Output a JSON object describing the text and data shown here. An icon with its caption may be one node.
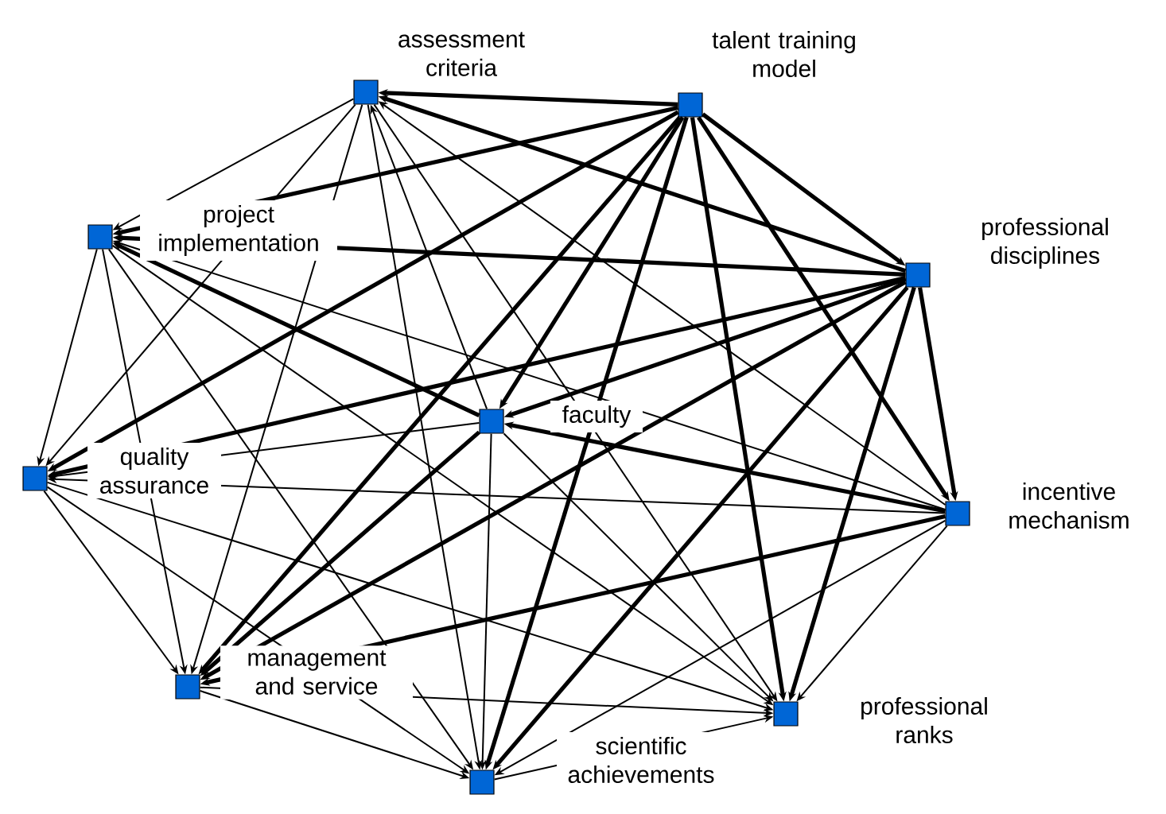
{
  "diagram": {
    "nodes": [
      {
        "text": [],
        "shape": "box",
        "beside": [
          "assessment criteria"
        ]
      },
      {
        "text": [],
        "shape": "box",
        "beside": [
          "talent training model"
        ]
      },
      {
        "text": [],
        "shape": "box",
        "beside": [
          "project implementation"
        ]
      },
      {
        "text": [],
        "shape": "box",
        "beside": [
          "professional disciplines"
        ]
      },
      {
        "text": [],
        "shape": "box",
        "beside": [
          "faculty"
        ]
      },
      {
        "text": [],
        "shape": "box",
        "beside": [
          "quality assurance"
        ]
      },
      {
        "text": [],
        "shape": "box",
        "beside": [
          "incentive mechanism"
        ]
      },
      {
        "text": [],
        "shape": "box",
        "beside": [
          "management and service"
        ]
      },
      {
        "text": [],
        "shape": "box",
        "beside": [
          "professional ranks"
        ]
      },
      {
        "text": [],
        "shape": "box",
        "beside": [
          "scientific achievements"
        ]
      }
    ],
    "edges": [
      {
        "from": 1,
        "to": 3,
        "arrow": "to",
        "style": "thick"
      },
      {
        "from": 1,
        "to": 6,
        "arrow": "to",
        "style": "thick"
      },
      {
        "from": 1,
        "to": 4,
        "arrow": "to",
        "style": "thick"
      },
      {
        "from": 1,
        "to": 0,
        "arrow": "to",
        "style": "thick"
      },
      {
        "from": 1,
        "to": 2,
        "arrow": "to",
        "style": "thick"
      },
      {
        "from": 1,
        "to": 5,
        "arrow": "to",
        "style": "thick"
      },
      {
        "from": 1,
        "to": 7,
        "arrow": "to",
        "style": "thick"
      },
      {
        "from": 1,
        "to": 9,
        "arrow": "to",
        "style": "thick"
      },
      {
        "from": 1,
        "to": 8,
        "arrow": "to",
        "style": "thick"
      },
      {
        "from": 3,
        "to": 6,
        "arrow": "to",
        "style": "thick"
      },
      {
        "from": 3,
        "to": 4,
        "arrow": "to",
        "style": "thick"
      },
      {
        "from": 3,
        "to": 0,
        "arrow": "to",
        "style": "thick"
      },
      {
        "from": 3,
        "to": 2,
        "arrow": "to",
        "style": "thick"
      },
      {
        "from": 3,
        "to": 5,
        "arrow": "to",
        "style": "thick"
      },
      {
        "from": 3,
        "to": 7,
        "arrow": "to",
        "style": "thick"
      },
      {
        "from": 3,
        "to": 9,
        "arrow": "to",
        "style": "thick"
      },
      {
        "from": 3,
        "to": 8,
        "arrow": "to",
        "style": "thick"
      },
      {
        "from": 6,
        "to": 4,
        "arrow": "to",
        "style": "thick"
      },
      {
        "from": 6,
        "to": 0,
        "arrow": "to"
      },
      {
        "from": 6,
        "to": 2,
        "arrow": "to"
      },
      {
        "from": 6,
        "to": 5,
        "arrow": "to"
      },
      {
        "from": 6,
        "to": 7,
        "arrow": "to",
        "style": "thick"
      },
      {
        "from": 6,
        "to": 9,
        "arrow": "to"
      },
      {
        "from": 6,
        "to": 8,
        "arrow": "to"
      },
      {
        "from": 4,
        "to": 0,
        "arrow": "to"
      },
      {
        "from": 4,
        "to": 2,
        "arrow": "to",
        "style": "thick"
      },
      {
        "from": 4,
        "to": 5,
        "arrow": "to"
      },
      {
        "from": 4,
        "to": 7,
        "arrow": "to",
        "style": "thick"
      },
      {
        "from": 4,
        "to": 9,
        "arrow": "to"
      },
      {
        "from": 4,
        "to": 8,
        "arrow": "to"
      },
      {
        "from": 0,
        "to": 2,
        "arrow": "to"
      },
      {
        "from": 0,
        "to": 5,
        "arrow": "to"
      },
      {
        "from": 0,
        "to": 7,
        "arrow": "to"
      },
      {
        "from": 0,
        "to": 9,
        "arrow": "to"
      },
      {
        "from": 0,
        "to": 8,
        "arrow": "to"
      },
      {
        "from": 2,
        "to": 5,
        "arrow": "to"
      },
      {
        "from": 2,
        "to": 7,
        "arrow": "to"
      },
      {
        "from": 2,
        "to": 9,
        "arrow": "to"
      },
      {
        "from": 2,
        "to": 8,
        "arrow": "to"
      },
      {
        "from": 5,
        "to": 7,
        "arrow": "to"
      },
      {
        "from": 5,
        "to": 9,
        "arrow": "to"
      },
      {
        "from": 5,
        "to": 8,
        "arrow": "to"
      },
      {
        "from": 7,
        "to": 9,
        "arrow": "to"
      },
      {
        "from": 7,
        "to": 8,
        "arrow": "to"
      },
      {
        "from": 9,
        "to": 8,
        "arrow": "to"
      }
    ]
  }
}
